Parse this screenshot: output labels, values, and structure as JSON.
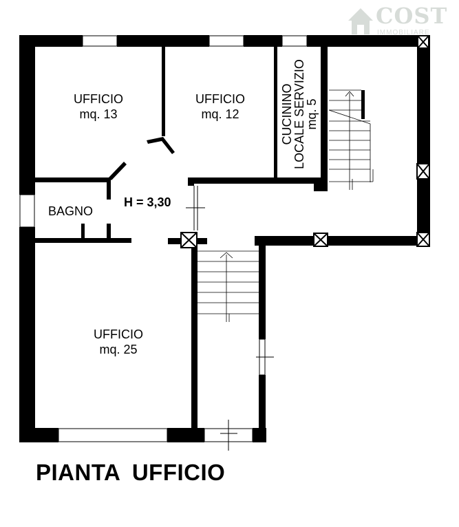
{
  "logo": {
    "name": "COST",
    "subtitle": "IMMOBILIARE",
    "color": "#d7dcd8",
    "icon": "house-icon"
  },
  "rooms": [
    {
      "id": "ufficio-13",
      "name": "UFFICIO",
      "area": "mq. 13"
    },
    {
      "id": "ufficio-12",
      "name": "UFFICIO",
      "area": "mq. 12"
    },
    {
      "id": "cucinino",
      "name": "CUCININO",
      "name2": "LOCALE SERVIZIO",
      "area": "mq. 5"
    },
    {
      "id": "bagno",
      "name": "BAGNO"
    },
    {
      "id": "ufficio-25",
      "name": "UFFICIO",
      "area": "mq. 25"
    }
  ],
  "height_note": "H = 3,30",
  "title": "PIANTA  UFFICIO",
  "colors": {
    "wall": "#000000",
    "background": "#ffffff"
  }
}
